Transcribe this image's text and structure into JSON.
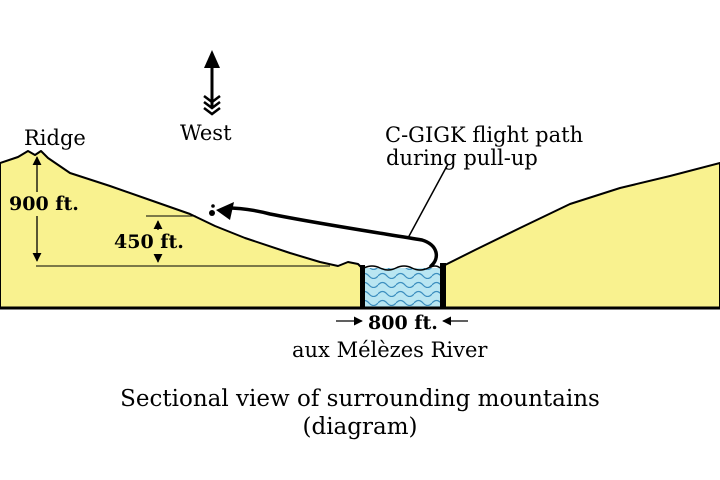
{
  "diagram": {
    "colors": {
      "terrain": "#f9f28f",
      "water": "#b9e6f2",
      "wave": "#3d8fbf",
      "ink": "#000000"
    },
    "labels": {
      "ridge": "Ridge",
      "west": "West",
      "flight_path_line1": "C-GIGK flight path",
      "flight_path_line2": "during pull-up",
      "height_ridge": "900 ft.",
      "height_pullup": "450 ft.",
      "river_width": "800 ft.",
      "river_name": "aux Mélèzes River"
    },
    "caption": {
      "line1": "Sectional view of surrounding mountains",
      "line2": "(diagram)"
    },
    "icons": {
      "north_arrow": "arrow-up-icon"
    }
  }
}
